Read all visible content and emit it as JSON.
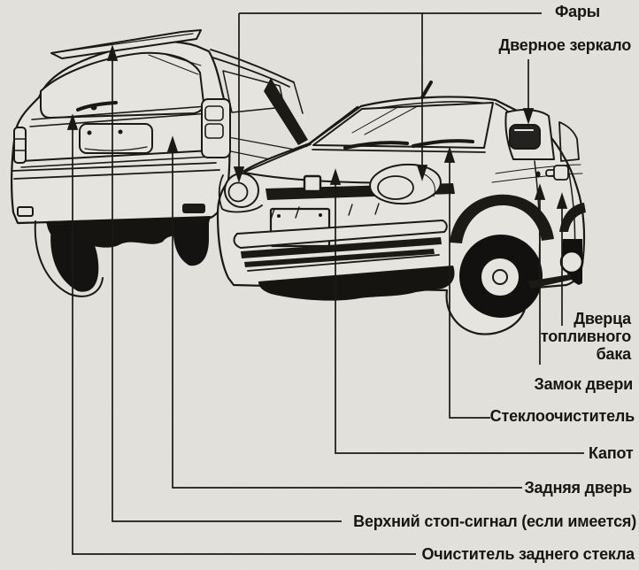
{
  "figure_type": "vehicle parts callout diagram",
  "colors": {
    "paper": "#e6e4df",
    "ink": "#1a1916"
  },
  "labels": {
    "headlights": "Фары",
    "door_mirror": "Дверное зеркало",
    "fuel_filler_door": "Дверца топливного бака",
    "door_lock": "Замок двери",
    "windshield_wiper": "Стеклоочиститель",
    "hood": "Капот",
    "rear_door": "Задняя дверь",
    "high_stop_lamp": "Верхний стоп-сигнал (если имеется)",
    "rear_window_wiper": "Очиститель заднего стекла"
  }
}
